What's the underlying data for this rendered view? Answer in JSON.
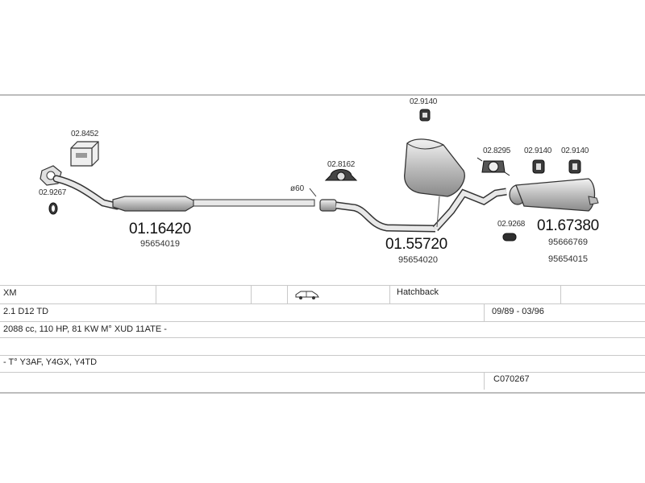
{
  "parts": {
    "manifold_gasket": "02.9267",
    "mounting_kit": "02.8452",
    "front_pipe_no": "01.16420",
    "front_pipe_oe": "95654019",
    "pipe_diameter": "ø60",
    "clamp_top": "02.8162",
    "mid_hanger": "02.9140",
    "center_silencer_no": "01.55720",
    "center_silencer_oe": "95654020",
    "clamp_rear": "02.8295",
    "rear_hanger_1": "02.9140",
    "rear_hanger_2": "02.9140",
    "rear_gasket": "02.9268",
    "rear_silencer_no": "01.67380",
    "rear_silencer_oe_1": "95666769",
    "rear_silencer_oe_2": "95654015"
  },
  "vehicle": {
    "model": "XM",
    "body_type": "Hatchback",
    "engine": "2.1 D12 TD",
    "years": "09/89 - 03/96",
    "specs": "2088 cc, 110 HP, 81 KW M° XUD 11ATE -",
    "codes": "- T° Y3AF, Y4GX, Y4TD",
    "catalog_no": "C070267"
  },
  "colors": {
    "line": "#444444",
    "fill": "#d4d4d4",
    "dark": "#2a2a2a"
  },
  "icons": [
    "hatchback-car-icon",
    "gasket-icon",
    "box-icon",
    "clamp-icon",
    "rubber-hanger-icon"
  ]
}
